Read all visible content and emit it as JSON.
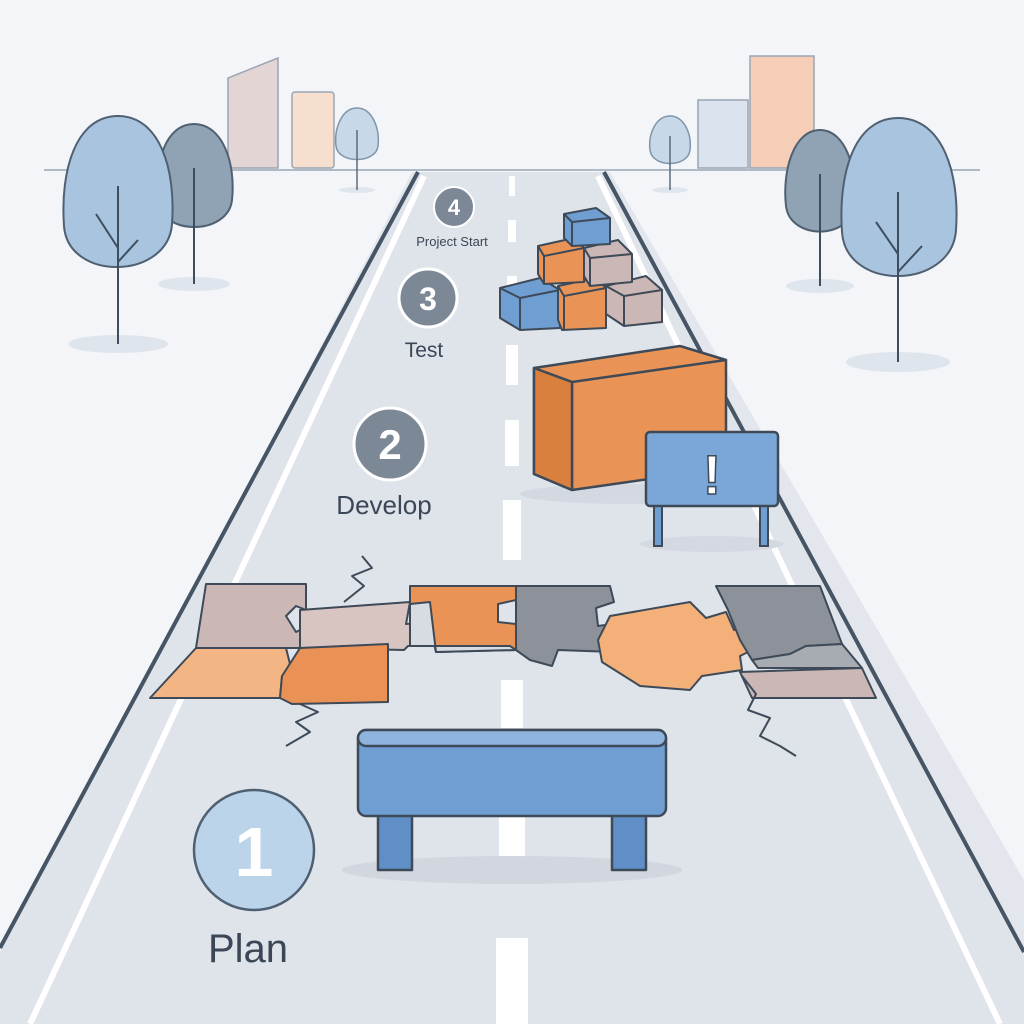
{
  "stages": [
    {
      "number": "1",
      "label": "Plan"
    },
    {
      "number": "2",
      "label": "Develop"
    },
    {
      "number": "3",
      "label": "Test"
    },
    {
      "number": "4",
      "label": "Project Start"
    }
  ],
  "warning_sign": {
    "symbol": "!"
  },
  "icons": [
    "tree-icon",
    "building-icon",
    "crate-icon",
    "puzzle-piece-icon",
    "barrier-icon",
    "warning-sign-icon"
  ],
  "colors": {
    "background": "#f3f5f8",
    "road": "#dfe3ea",
    "road_edge": "#465566",
    "lane_line": "#ffffff",
    "tree_light": "#a9c4df",
    "tree_dark": "#8ca3b7",
    "orange": "#e99456",
    "blue": "#6f9ed3",
    "puzzle_taupe": "#cbb7b5",
    "puzzle_gray": "#8d9199",
    "circle_light": "#bcd4ea",
    "circle_gray": "#7d8896"
  }
}
